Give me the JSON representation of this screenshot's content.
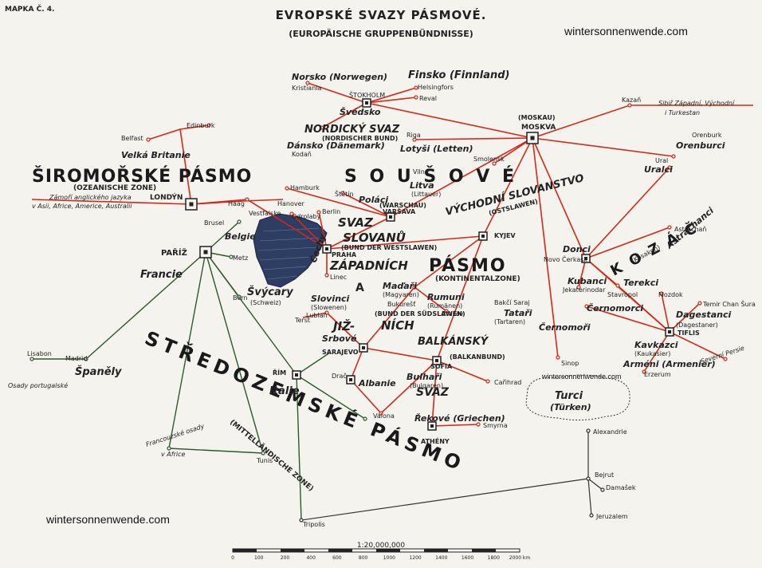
{
  "header": {
    "map_number": "MAPKA Č. 4.",
    "title": "EVROPSKÉ SVAZY PÁSMOVÉ.",
    "subtitle": "(EUROPÄISCHE GRUPPENBÜNDNISSE)"
  },
  "watermarks": {
    "top_right": "wintersonnenwende.com",
    "bottom_left": "wintersonnenwende.com",
    "mid_right": "wintersonnenwende.com"
  },
  "zones": {
    "oceanic": "ŠIROMOŘSKÉ PÁSMO",
    "oceanic_de": "(OZEANISCHE ZONE)",
    "continental_1": "S O U Š O V É",
    "continental_2": "PÁSMO",
    "continental_de": "(KONTINENTALZONE)",
    "mediterranean": "STŘEDOZEMSKÉ PÁSMO",
    "mediterranean_de": "(MITTELLÄNDISCHE ZONE)",
    "nordic": "NORDICKÝ SVAZ",
    "nordic_de": "(NORDISCHER BUND)",
    "east_slav": "VÝCHODNÍ SLOVANSTVO",
    "east_slav_de": "(OSTSLAWEN)",
    "west_slav_1": "SVAZ",
    "west_slav_2": "SLOVANŮ",
    "west_slav_de": "(BUND DER WESTSLAWEN)",
    "west_slav_3": "ZÁPADNÍCH",
    "south_1": "A",
    "south_2": "JIŽ-",
    "south_3": "NÍCH",
    "balkan": "BALKÁNSKÝ",
    "balkan_de": "(BALKANBUND)",
    "svaz": "SVAZ",
    "cossack": "K O Z Á Č"
  },
  "places": {
    "norsko": "Norsko (Norwegen)",
    "kristiania": "Kristiania",
    "finsko": "Finsko (Finnland)",
    "helsingfors": "Helsingfors",
    "reval": "Reval",
    "stokholm": "ŠTOKHOLM",
    "svedsko": "Švédsko",
    "danska": "Dánsko (Dänemark)",
    "kodan": "Kodaň",
    "riga": "Riga",
    "lotysi": "Lotyši (Letten)",
    "smolensk": "Smolensk",
    "vilno": "Vilno",
    "litva": "Litva",
    "litva_de": "(Littauer)",
    "moskau": "(MOSKAU)",
    "moskva": "MOSKVA",
    "kazan": "Kazaň",
    "sibir": "Sibiř Západní, Východní",
    "turkestan": "i Turkestan",
    "orenburk": "Orenburk",
    "orenburci": "Orenburci",
    "ural": "Ural",
    "uralci": "Uralci",
    "edinburk": "Edinburk",
    "belfast": "Belfast",
    "britanie": "Velká Britanie",
    "londyn": "LONDÝN",
    "overseas": "Zámoří anglického jazyka",
    "overseas_2": "v Asii, Africe, Americe, Australii",
    "haag": "Haag",
    "hamburk": "Hamburk",
    "stetin": "Štětín",
    "polaci": "Poláci",
    "varsava_de": "(WARSCHAU)",
    "varsava": "VARŠAVA",
    "hanover": "Hanover",
    "berlin": "Berlin",
    "vestfalsko": "Vestfalsko",
    "odrolaby": "Odrolaby",
    "brusel": "Brusel",
    "belgie": "Belgie",
    "paris": "PAŘÍŽ",
    "francie": "Francie",
    "hezy": "Metz",
    "kyjev": "KYJEV",
    "praha": "PRAHA",
    "cechy": "Čechy",
    "linec": "Linec",
    "madari": "Maďaři",
    "madari_de": "(Magyaren)",
    "bukurest": "Bukurešť",
    "rumuni": "Rumuni",
    "rumuni_de": "(Rumänen)",
    "braslav": "Brašov",
    "bund_ersi": "(BUND DER SÜDSLAWEN)",
    "svycary": "Švýcary",
    "svycary_de": "(Schweiz)",
    "bern": "Bern",
    "slovinci": "Slovinci",
    "slovinci_de": "(Slowenen)",
    "ljublan": "Lublaň",
    "terst": "Terst",
    "srbove": "Srbové",
    "sarajevo": "SARAJEVO",
    "sofia": "SOFIA",
    "bulhari": "Bulhaři",
    "bulhari_de": "(Bulgaren)",
    "albanie": "Albanie",
    "drac": "Drač",
    "valona": "Valona",
    "carihrad": "Cařihrad",
    "recko": "Řekové (Griechen)",
    "smyrna": "Smyrna",
    "athens": "ATHÉNY",
    "rim": "ŘÍM",
    "italie": "Italie",
    "spanely": "Španěly",
    "madrid": "Madrid",
    "lisabon": "Lisabon",
    "osady_port": "Osady portugalské",
    "fr_osady": "Francouzské osady",
    "afrika": "v Africe",
    "tunis": "Tunis",
    "tripolis": "Tripolis",
    "alexandria": "Alexandrie",
    "bejrut": "Bejrut",
    "damasek": "Damašek",
    "jeruzalem": "Jeruzalem",
    "turci": "Turci",
    "turken": "(Türken)",
    "donci": "Donci",
    "novo_cerkas": "Novo Čerkask",
    "kubanci": "Kubanci",
    "jekaterinodar": "Jekaterinodar",
    "terekci": "Terekci",
    "stavropol": "Stavropol",
    "astrachan": "Astrachaň",
    "astrachanci": "Astrachanci",
    "mozdok": "Mozdok",
    "temir": "Temir Chan Šura",
    "dagestanci": "Dagestanci",
    "dagestanci_de": "(Dagestaner)",
    "cernomorci": "Černomorci",
    "tiflis": "TIFLIS",
    "kavkazci": "Kavkazci",
    "kavkazci_de": "(Kaukasier)",
    "armeni": "Arméni (Armenier)",
    "erzerum": "Erzerum",
    "persie": "Severní Persie",
    "tatari": "Tataři",
    "tatari_de": "(Tartaren)",
    "cernomori": "Černomoři",
    "sinop": "Sinop",
    "bakci": "Bakčí Saraj",
    "kozaci_de": "(Kosaken)"
  },
  "scale": {
    "ratio": "1:20,000,000",
    "ticks": [
      "0",
      "100",
      "200",
      "400",
      "600",
      "800",
      "1000",
      "1200",
      "1400",
      "1600",
      "1800",
      "2000 km"
    ]
  }
}
